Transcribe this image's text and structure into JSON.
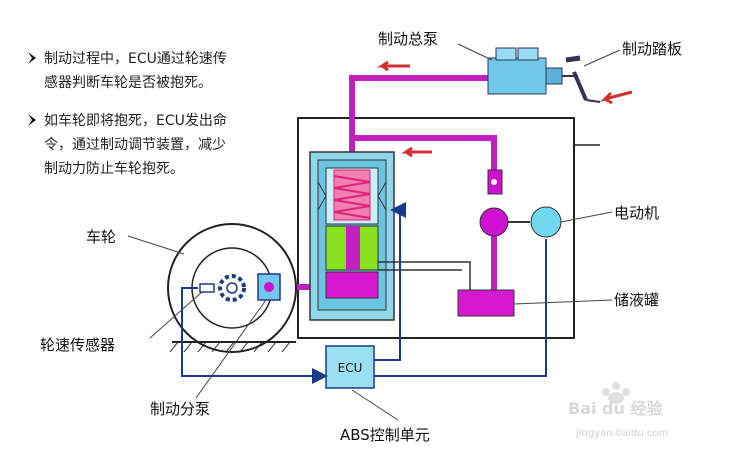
{
  "bullets": [
    {
      "line1": "制动过程中，ECU通过轮速传",
      "line2": "感器判断车轮是否被抱死。",
      "line3": ""
    },
    {
      "line1": "如车轮即将抱死，ECU发出命",
      "line2": "令，通过制动调节装置，减少",
      "line3": "制动力防止车轮抱死。"
    }
  ],
  "labels": {
    "master_cylinder": "制动总泵",
    "brake_pedal": "制动踏板",
    "motor": "电动机",
    "reservoir": "储液罐",
    "wheel": "车轮",
    "wheel_speed_sensor": "轮速传感器",
    "wheel_cylinder": "制动分泵",
    "abs_unit": "ABS控制单元",
    "ecu": "ECU"
  },
  "watermark": {
    "brand": "Bai du 经验",
    "url": "jingyan.baidu.com"
  },
  "colors": {
    "brake_line": "#c020c0",
    "valve_body": "#8fd8ec",
    "spring": "#e0207a",
    "piston": "#88e020",
    "pump": "#d010d0",
    "motor": "#70d8f0",
    "reservoir": "#d818d0",
    "ecu_box": "#9ae0f0",
    "signal_wire": "#1a3a8a",
    "arrow": "#d03030"
  }
}
